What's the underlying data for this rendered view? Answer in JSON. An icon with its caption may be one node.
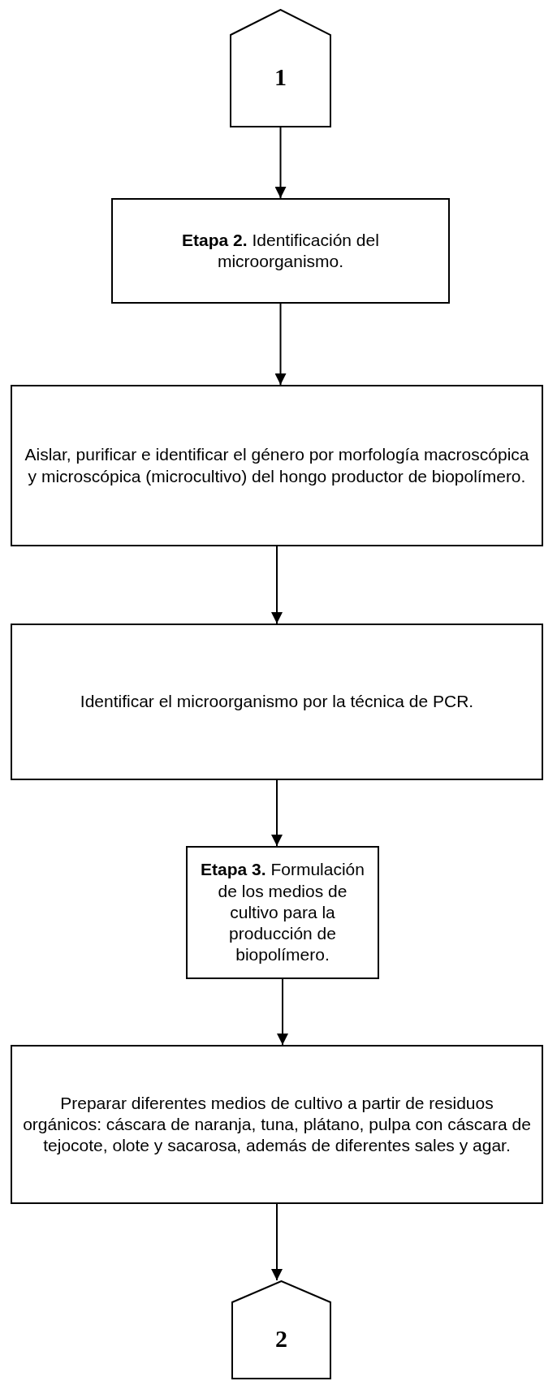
{
  "diagram": {
    "nodes": [
      {
        "text": [
          "1"
        ]
      },
      {
        "text": [
          "**Etapa 2.** Identificación del microorganismo."
        ]
      },
      {
        "text": [
          "Aislar, purificar e identificar el género por morfología macroscópica y microscópica (microcultivo) del hongo productor de biopolímero."
        ]
      },
      {
        "text": [
          "Identificar el microorganismo por la técnica de PCR."
        ]
      },
      {
        "text": [
          "**Etapa 3.** Formulación de los medios de cultivo para la producción de biopolímero."
        ]
      },
      {
        "text": [
          "Preparar diferentes medios de cultivo a partir de residuos orgánicos: cáscara de naranja, tuna, plátano, pulpa con cáscara de tejocote, olote y sacarosa, además de diferentes sales y agar."
        ]
      },
      {
        "text": [
          "2"
        ]
      }
    ],
    "edges": [
      {
        "from": 0,
        "to": 1,
        "arrow": "to"
      },
      {
        "from": 1,
        "to": 2,
        "arrow": "to"
      },
      {
        "from": 2,
        "to": 3,
        "arrow": "to"
      },
      {
        "from": 3,
        "to": 4,
        "arrow": "to"
      },
      {
        "from": 4,
        "to": 5,
        "arrow": "to"
      },
      {
        "from": 5,
        "to": 6,
        "arrow": "to"
      }
    ]
  }
}
